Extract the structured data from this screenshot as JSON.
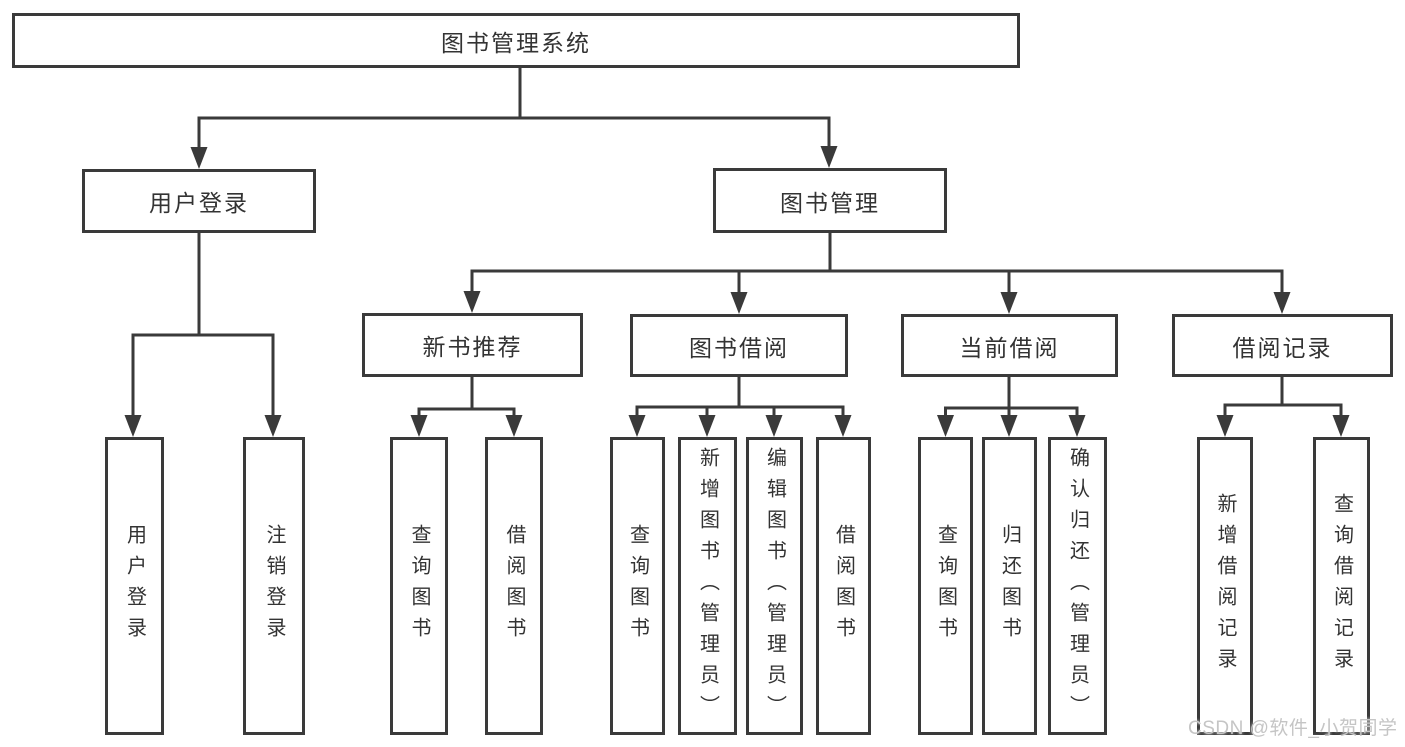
{
  "nodes": {
    "root": "图书管理系统",
    "user_login": "用户登录",
    "book_management": "图书管理",
    "new_book_recommend": "新书推荐",
    "book_borrowing": "图书借阅",
    "current_borrowing": "当前借阅",
    "borrowing_records": "借阅记录",
    "user_login_children": [
      "用户登录",
      "注销登录"
    ],
    "new_book_children": [
      "查询图书",
      "借阅图书"
    ],
    "book_borrowing_children": [
      "查询图书",
      "新增图书（管理员）",
      "编辑图书（管理员）",
      "借阅图书"
    ],
    "current_borrowing_children": [
      "查询图书",
      "归还图书",
      "确认归还（管理员）"
    ],
    "borrowing_records_children": [
      "新增借阅记录",
      "查询借阅记录"
    ]
  },
  "watermark": {
    "text": "CSDN @软件_小贺同学"
  },
  "colors": {
    "line": "#3a3a3a",
    "text": "#333333",
    "watermark_text": "#c5c5c5",
    "background": "#ffffff"
  }
}
